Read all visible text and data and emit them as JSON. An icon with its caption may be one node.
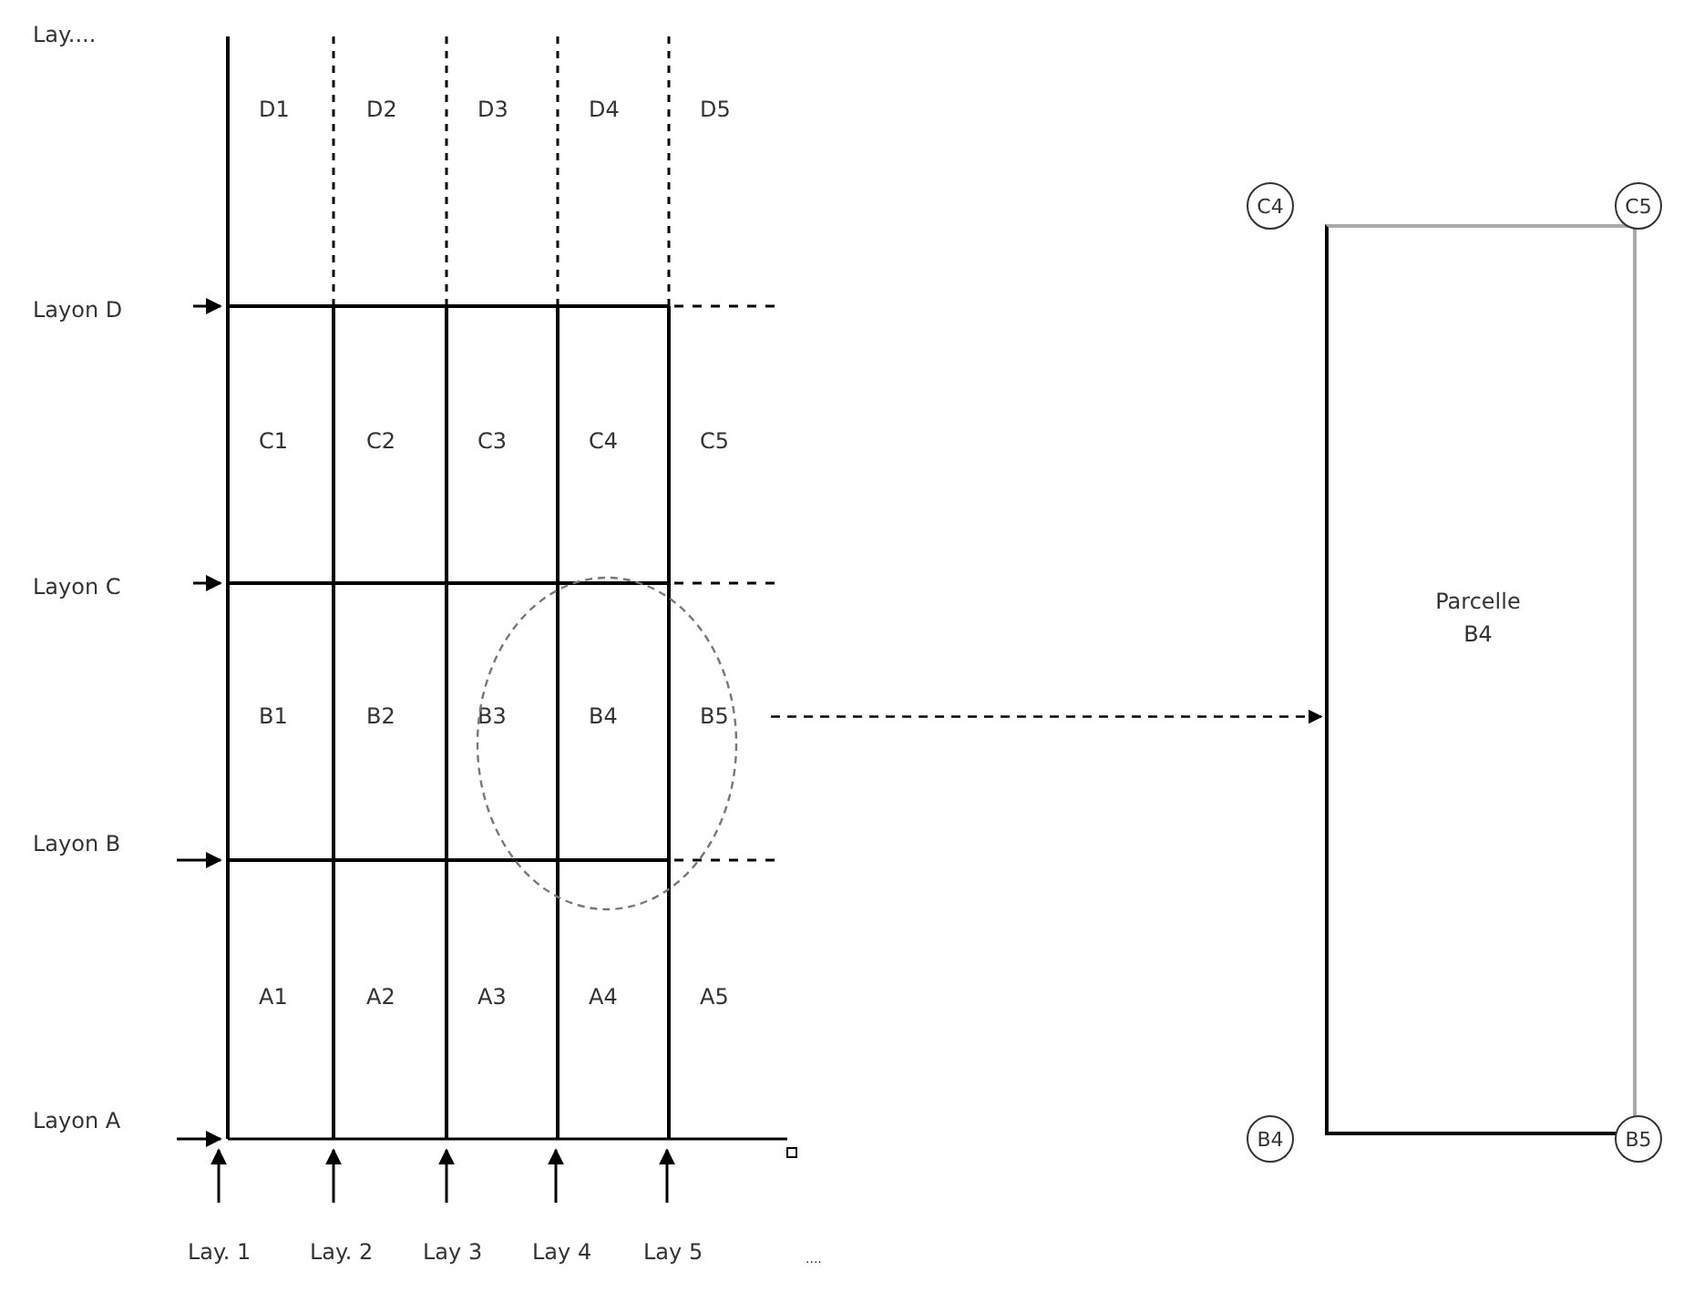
{
  "diagram": {
    "nodes": [
      {
        "text": [],
        "shape": "circle"
      },
      {
        "text": [
          "Parcelle B4"
        ]
      },
      {
        "text": [
          "C4"
        ]
      },
      {
        "text": [
          "C5"
        ]
      },
      {
        "text": [
          "B4"
        ]
      },
      {
        "text": [
          "B5"
        ]
      }
    ],
    "edges": [
      {
        "from": 0,
        "to": 1,
        "arrow": "to",
        "style": "dashed"
      }
    ],
    "labels": [
      "Lay....",
      "D1",
      "D2",
      "D3",
      "D4",
      "D5",
      "Layon D",
      "C1",
      "C2",
      "C3",
      "C4",
      "C5",
      "Layon C",
      "B1",
      "B2",
      "B3",
      "B4",
      "B5",
      "Layon B",
      "A1",
      "A2",
      "A3",
      "A4",
      "A5",
      "Layon A",
      "Lay. 1",
      "Lay. 2",
      "Lay 3",
      "Lay 4",
      "Lay 5",
      "...."
    ]
  }
}
